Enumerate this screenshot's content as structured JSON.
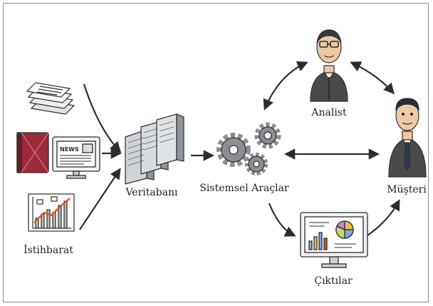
{
  "diagram": {
    "labels": {
      "istihbarat": "İstihbarat",
      "veritabani": "Veritabanı",
      "araclar": "Sistemsel Araçlar",
      "analist": "Analist",
      "musteri": "Müşteri",
      "ciktilar": "Çıktılar"
    },
    "news_text": "NEWS",
    "colors": {
      "stroke": "#2d2d2d",
      "server": "#cfd3d8",
      "server_dark": "#8e959d",
      "gear": "#8a8d91",
      "suit": "#4a4a4a",
      "skin": "#f0c9a4",
      "book": "#9b2a3a",
      "chart_line": "#e8521f",
      "screen": "#f2f2f2"
    }
  }
}
